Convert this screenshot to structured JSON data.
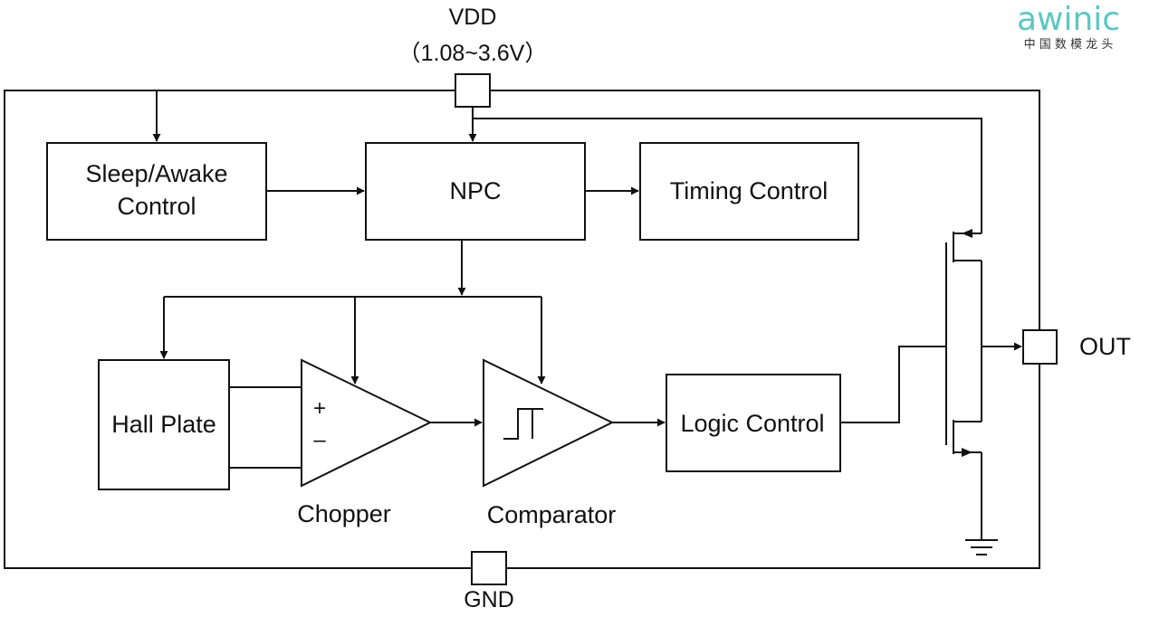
{
  "pins": {
    "vdd": "VDD",
    "vdd_range": "（1.08~3.6V）",
    "gnd": "GND",
    "out": "OUT"
  },
  "blocks": {
    "sleep_awake": [
      "Sleep/Awake",
      "Control"
    ],
    "npc": "NPC",
    "timing": "Timing Control",
    "hall_plate": "Hall Plate",
    "logic": "Logic Control"
  },
  "amplifiers": {
    "chopper": "Chopper",
    "chopper_plus": "+",
    "chopper_minus": "–",
    "comparator": "Comparator"
  },
  "logo": {
    "word": "awinic",
    "tagline": "中 国 数 模 龙 头",
    "color": "#5cc7c4"
  },
  "colors": {
    "line": "#111111",
    "background": "#ffffff"
  }
}
